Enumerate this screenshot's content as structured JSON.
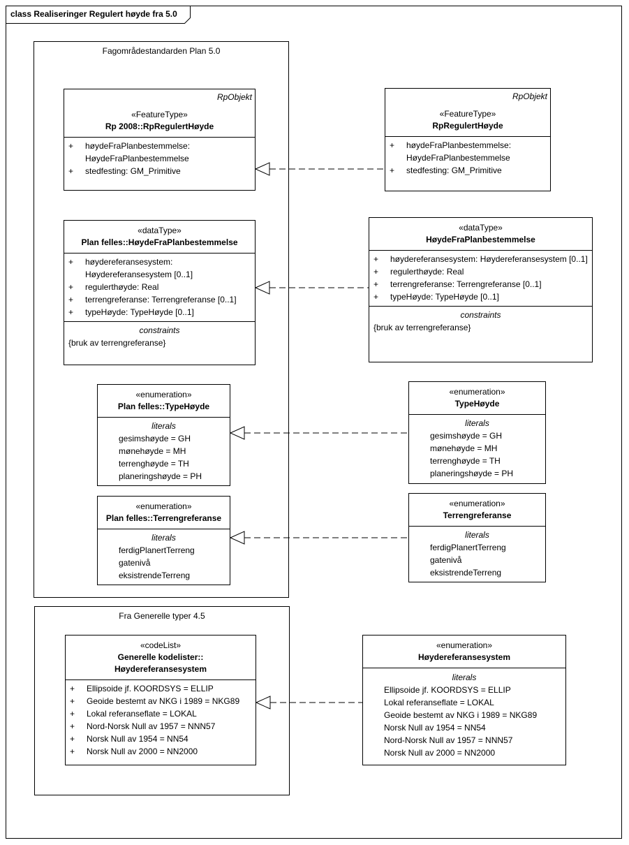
{
  "diagram": {
    "title": "class Realiseringer Regulert høyde fra 5.0"
  },
  "packages": {
    "plan": {
      "title": "Fagområdestandarden Plan 5.0"
    },
    "generelle": {
      "title": "Fra Generelle typer 4.5"
    }
  },
  "classes": {
    "rp2008": {
      "parent": "RpObjekt",
      "stereotype": "«FeatureType»",
      "name": "Rp 2008::RpRegulertHøyde",
      "attrs": [
        {
          "vis": "+",
          "lines": [
            "høydeFraPlanbestemmelse:",
            "HøydeFraPlanbestemmelse"
          ]
        },
        {
          "vis": "+",
          "lines": [
            "stedfesting: GM_Primitive"
          ]
        }
      ]
    },
    "rpRegulert": {
      "parent": "RpObjekt",
      "stereotype": "«FeatureType»",
      "name": "RpRegulertHøyde",
      "attrs": [
        {
          "vis": "+",
          "lines": [
            "høydeFraPlanbestemmelse:",
            "HøydeFraPlanbestemmelse"
          ]
        },
        {
          "vis": "+",
          "lines": [
            "stedfesting: GM_Primitive"
          ]
        }
      ]
    },
    "planFellesHoyde": {
      "stereotype": "«dataType»",
      "name": "Plan felles::HøydeFraPlanbestemmelse",
      "attrs": [
        {
          "vis": "+",
          "lines": [
            "høydereferansesystem:",
            "Høydereferansesystem [0..1]"
          ]
        },
        {
          "vis": "+",
          "lines": [
            "regulerthøyde: Real"
          ]
        },
        {
          "vis": "+",
          "lines": [
            "terrengreferanse: Terrengreferanse [0..1]"
          ]
        },
        {
          "vis": "+",
          "lines": [
            "typeHøyde: TypeHøyde [0..1]"
          ]
        }
      ],
      "constraints_title": "constraints",
      "constraints": [
        "{bruk av terrengreferanse}"
      ]
    },
    "hoydeFra": {
      "stereotype": "«dataType»",
      "name": "HøydeFraPlanbestemmelse",
      "attrs": [
        {
          "vis": "+",
          "lines": [
            "høydereferansesystem: Høydereferansesystem [0..1]"
          ]
        },
        {
          "vis": "+",
          "lines": [
            "regulerthøyde: Real"
          ]
        },
        {
          "vis": "+",
          "lines": [
            "terrengreferanse: Terrengreferanse [0..1]"
          ]
        },
        {
          "vis": "+",
          "lines": [
            "typeHøyde: TypeHøyde [0..1]"
          ]
        }
      ],
      "constraints_title": "constraints",
      "constraints": [
        "{bruk av terrengreferanse}"
      ]
    },
    "planFellesType": {
      "stereotype": "«enumeration»",
      "name": "Plan felles::TypeHøyde",
      "literals_title": "literals",
      "literals": [
        "gesimshøyde = GH",
        "mønehøyde = MH",
        "terrenghøyde = TH",
        "planeringshøyde = PH"
      ]
    },
    "typeHoyde": {
      "stereotype": "«enumeration»",
      "name": "TypeHøyde",
      "literals_title": "literals",
      "literals": [
        "gesimshøyde = GH",
        "mønehøyde = MH",
        "terrenghøyde = TH",
        "planeringshøyde = PH"
      ]
    },
    "planFellesTerreng": {
      "stereotype": "«enumeration»",
      "name": "Plan felles::Terrengreferanse",
      "literals_title": "literals",
      "literals": [
        "ferdigPlanertTerreng",
        "gatenivå",
        "eksistrendeTerreng"
      ]
    },
    "terreng": {
      "stereotype": "«enumeration»",
      "name": "Terrengreferanse",
      "literals_title": "literals",
      "literals": [
        "ferdigPlanertTerreng",
        "gatenivå",
        "eksistrendeTerreng"
      ]
    },
    "genKodelister": {
      "stereotype": "«codeList»",
      "name_lines": [
        "Generelle kodelister::",
        "Høydereferansesystem"
      ],
      "attrs": [
        {
          "vis": "+",
          "lines": [
            "Ellipsoide jf. KOORDSYS = ELLIP"
          ]
        },
        {
          "vis": "+",
          "lines": [
            "Geoide bestemt av NKG i 1989 = NKG89"
          ]
        },
        {
          "vis": "+",
          "lines": [
            "Lokal referanseflate = LOKAL"
          ]
        },
        {
          "vis": "+",
          "lines": [
            "Nord-Norsk Null av 1957 = NNN57"
          ]
        },
        {
          "vis": "+",
          "lines": [
            "Norsk Null av 1954 = NN54"
          ]
        },
        {
          "vis": "+",
          "lines": [
            "Norsk Null av 2000 = NN2000"
          ]
        }
      ]
    },
    "hoydeRef": {
      "stereotype": "«enumeration»",
      "name": "Høydereferansesystem",
      "literals_title": "literals",
      "literals": [
        "Ellipsoide jf. KOORDSYS = ELLIP",
        "Lokal referanseflate = LOKAL",
        "Geoide bestemt av NKG i 1989 = NKG89",
        "Norsk Null av 1954 = NN54",
        "Nord-Norsk Null av 1957 = NNN57",
        "Norsk Null av 2000 = NN2000"
      ]
    }
  }
}
